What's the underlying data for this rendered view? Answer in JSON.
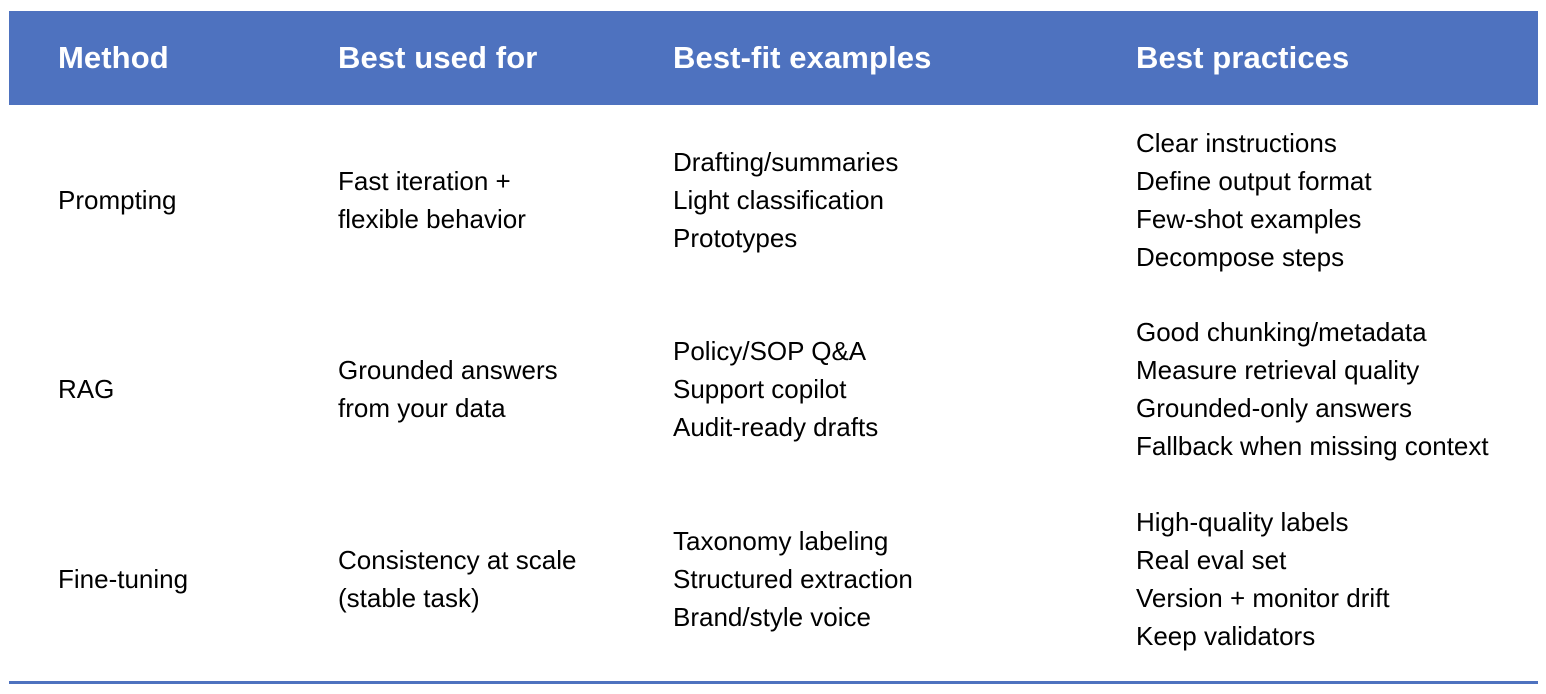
{
  "theme": {
    "header_bg": "#4E72BF",
    "header_text": "#FFFFFF",
    "body_text": "#000000",
    "page_bg": "#FFFFFF",
    "bottom_rule": "#4E72BF"
  },
  "table": {
    "columns": [
      {
        "key": "method",
        "label": "Method"
      },
      {
        "key": "bestused",
        "label": "Best used for"
      },
      {
        "key": "examples",
        "label": "Best-fit examples"
      },
      {
        "key": "practice",
        "label": "Best practices"
      }
    ],
    "rows": [
      {
        "method": "Prompting",
        "bestused": [
          "Fast iteration +",
          "flexible behavior"
        ],
        "examples": [
          "Drafting/summaries",
          "Light classification",
          "Prototypes"
        ],
        "practice": [
          "Clear instructions",
          "Define output format",
          "Few-shot examples",
          "Decompose steps"
        ]
      },
      {
        "method": "RAG",
        "bestused": [
          "Grounded answers",
          "from your data"
        ],
        "examples": [
          "Policy/SOP Q&A",
          "Support copilot",
          "Audit-ready drafts"
        ],
        "practice": [
          "Good chunking/metadata",
          "Measure retrieval quality",
          "Grounded-only answers",
          "Fallback when missing context"
        ]
      },
      {
        "method": "Fine-tuning",
        "bestused": [
          "Consistency at scale",
          "(stable task)"
        ],
        "examples": [
          "Taxonomy labeling",
          "Structured extraction",
          "Brand/style voice"
        ],
        "practice": [
          "High-quality labels",
          "Real eval set",
          "Version + monitor drift",
          "Keep validators"
        ]
      }
    ]
  }
}
